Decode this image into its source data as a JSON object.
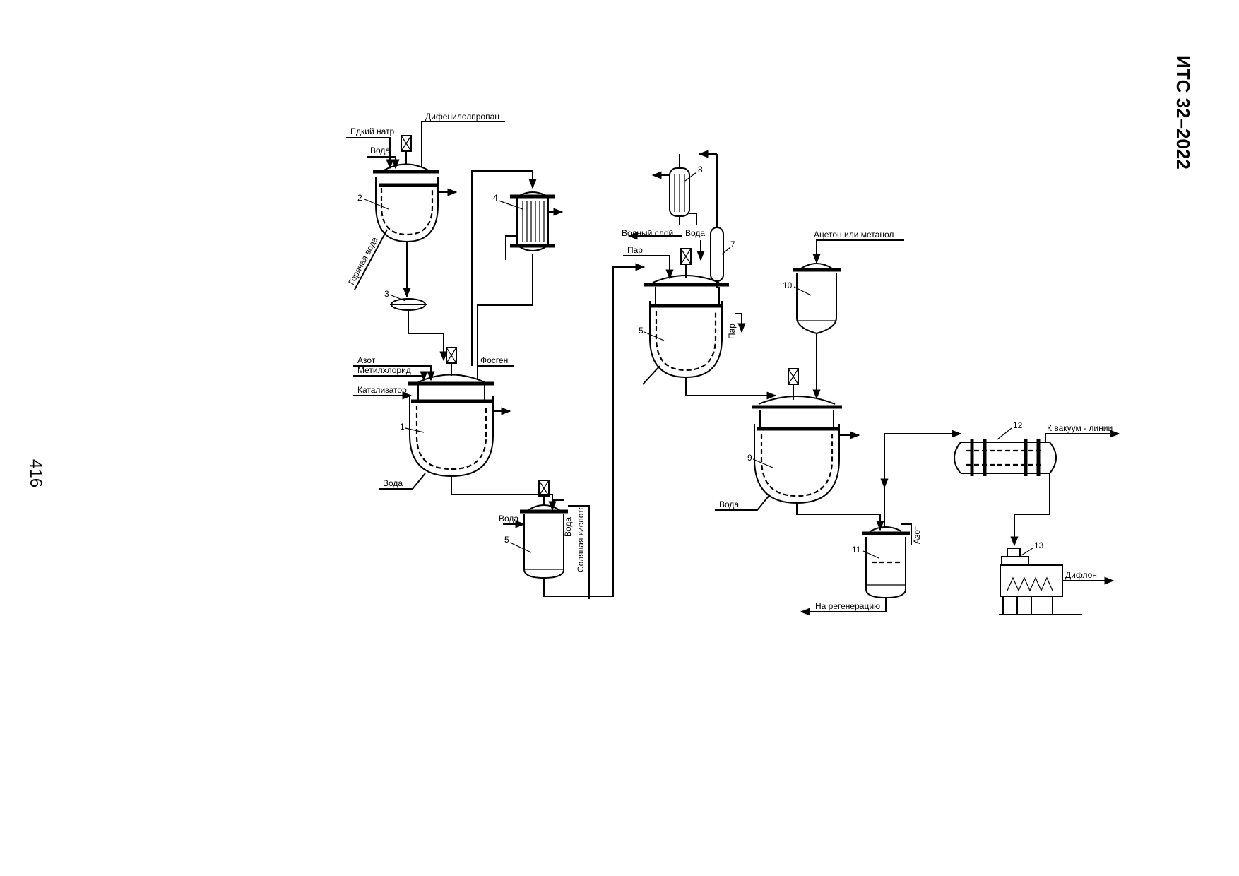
{
  "header": {
    "doc_code": "ИТС 32–2022",
    "page_number": "416"
  },
  "equipment_numbers": {
    "n1": "1",
    "n2": "2",
    "n3": "3",
    "n4": "4",
    "n5a": "5",
    "n5b": "5",
    "n7": "7",
    "n8": "8",
    "n9": "9",
    "n10": "10",
    "n11": "11",
    "n12": "12",
    "n13": "13"
  },
  "streams": {
    "caustic_soda": "Едкий натр",
    "diphenylolpropane": "Дифенилолпропан",
    "water_top": "Вода",
    "hot_water": "Горячая вода",
    "nitrogen_1": "Азот",
    "methylene_chloride": "Метилхлорид",
    "phosgene": "Фосген",
    "catalyst": "Катализатор",
    "water_r1": "Вода",
    "water_v5": "Вода",
    "water_v5_right": "Вода",
    "hydrochloric_acid": "Соляная кислота",
    "aqueous_layer": "Водный слой",
    "water_c8": "Вода",
    "steam_top": "Пар",
    "steam_side": "Пар",
    "acetone_methanol": "Ацетон или метанол",
    "vacuum": "К вакуум - линии",
    "water_r9": "Вода",
    "nitrogen_11": "Азот",
    "regeneration": "На регенерацию",
    "diflon": "Дифлон"
  }
}
